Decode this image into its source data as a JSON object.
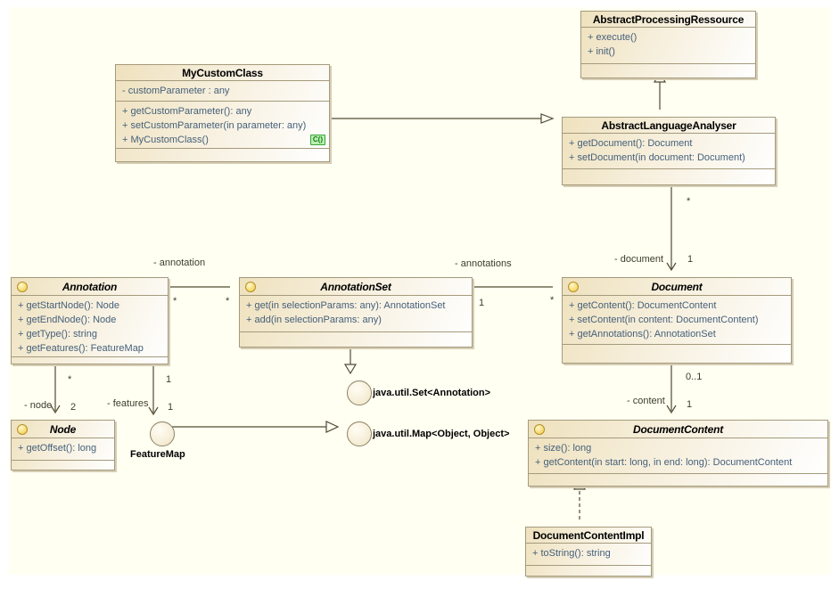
{
  "colors": {
    "canvas_bg": "#fffff2",
    "box_border": "#a49a7c",
    "box_fill_left": "#eee1bd",
    "box_fill_right": "#ffffff",
    "member_text": "#45607b",
    "edge_line": "#4f4a33",
    "interface_dot_fill": "#f7d765",
    "constructor_badge_bg": "#b9f0b0",
    "constructor_badge_text": "#157a15"
  },
  "classes": {
    "abstract_processing_resource": {
      "name": "AbstractProcessingRessource",
      "methods": [
        "+ execute()",
        "+ init()"
      ]
    },
    "my_custom_class": {
      "name": "MyCustomClass",
      "attributes": [
        "- customParameter : any"
      ],
      "methods": [
        "+ getCustomParameter(): any",
        "+ setCustomParameter(in parameter: any)",
        "+ MyCustomClass()"
      ],
      "constructor_badge": "C()"
    },
    "abstract_language_analyser": {
      "name": "AbstractLanguageAnalyser",
      "methods": [
        "+ getDocument(): Document",
        "+ setDocument(in document: Document)"
      ]
    },
    "annotation": {
      "name": "Annotation",
      "methods": [
        "+ getStartNode(): Node",
        "+ getEndNode(): Node",
        "+ getType(): string",
        "+ getFeatures(): FeatureMap"
      ]
    },
    "annotation_set": {
      "name": "AnnotationSet",
      "methods": [
        "+ get(in selectionParams: any): AnnotationSet",
        "+ add(in selectionParams: any)"
      ]
    },
    "document": {
      "name": "Document",
      "methods": [
        "+ getContent(): DocumentContent",
        "+ setContent(in content: DocumentContent)",
        "+ getAnnotations(): AnnotationSet"
      ]
    },
    "node": {
      "name": "Node",
      "methods": [
        "+ getOffset(): long"
      ]
    },
    "document_content": {
      "name": "DocumentContent",
      "methods": [
        "+ size(): long",
        "+ getContent(in start: long, in end: long): DocumentContent"
      ]
    },
    "document_content_impl": {
      "name": "DocumentContentImpl",
      "methods": [
        "+ toString(): string"
      ]
    }
  },
  "lollipops": {
    "feature_map": "FeatureMap",
    "java_set": "java.util.Set<Annotation>",
    "java_map": "java.util.Map<Object, Object>"
  },
  "edge_labels": {
    "annotation_role": "- annotation",
    "annotation_mult_target": "*",
    "annotation_mult_source": "*",
    "annotations_role": "- annotations",
    "annotations_mult_target": "1",
    "annotations_mult_source": "*",
    "document_role": "- document",
    "document_mult_source": "*",
    "document_mult_target": "1",
    "node_role": "- node",
    "node_mult_source": "*",
    "node_mult_target": "2",
    "features_role": "- features",
    "features_mult_source": "1",
    "features_mult_target": "1",
    "content_role": "- content",
    "content_mult_source": "0..1",
    "content_mult_target": "1"
  }
}
